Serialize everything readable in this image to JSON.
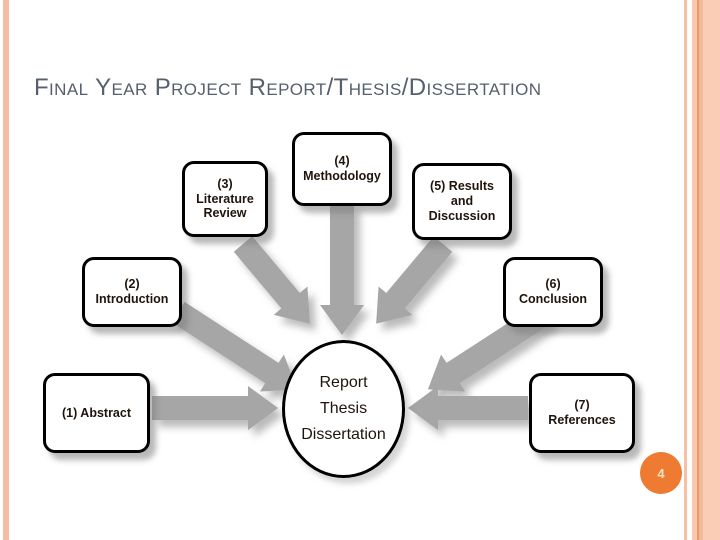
{
  "page": {
    "title": "Final Year Project Report/Thesis/Dissertation",
    "page_number": "4"
  },
  "diagram": {
    "center": {
      "lines": [
        "Report",
        "Thesis",
        "Dissertation"
      ]
    },
    "boxes": [
      {
        "id": "abstract",
        "label": "(1) Abstract"
      },
      {
        "id": "introduction",
        "label": "(2)\nIntroduction"
      },
      {
        "id": "literature-review",
        "label": "(3)\nLiterature\nReview"
      },
      {
        "id": "methodology",
        "label": "(4)\nMethodology"
      },
      {
        "id": "results",
        "label": "(5) Results\nand\nDiscussion"
      },
      {
        "id": "conclusion",
        "label": "(6)\nConclusion"
      },
      {
        "id": "references",
        "label": "(7)\nReferences"
      }
    ],
    "arrow_icon": "block-arrow"
  },
  "colors": {
    "accent_orange": "#ef7a32",
    "stripe_salmon": "#f4bca1",
    "arrow_gray": "#a6a6a6",
    "title_color": "#555f6d",
    "text_dark": "#20140d"
  }
}
